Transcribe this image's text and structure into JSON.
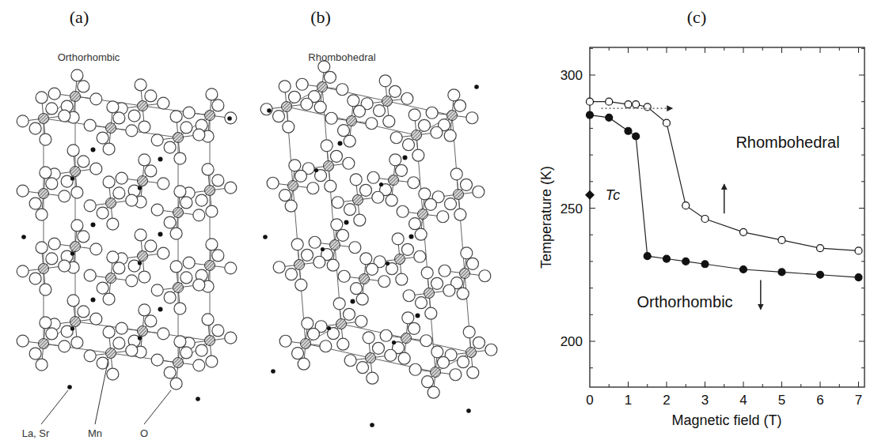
{
  "diagram": {
    "labels": [
      "(a)",
      "(b)",
      "(c)",
      "Orthorhombic",
      "Rhombohedral",
      "La, Sr",
      "Mn",
      "O",
      "300",
      "250",
      "200",
      "Tc",
      "Rhombohedral",
      "Orthorhombic",
      "Temperature (K)",
      "0",
      "1",
      "2",
      "3",
      "4",
      "5",
      "6",
      "7",
      "Magnetic field (T)"
    ]
  }
}
